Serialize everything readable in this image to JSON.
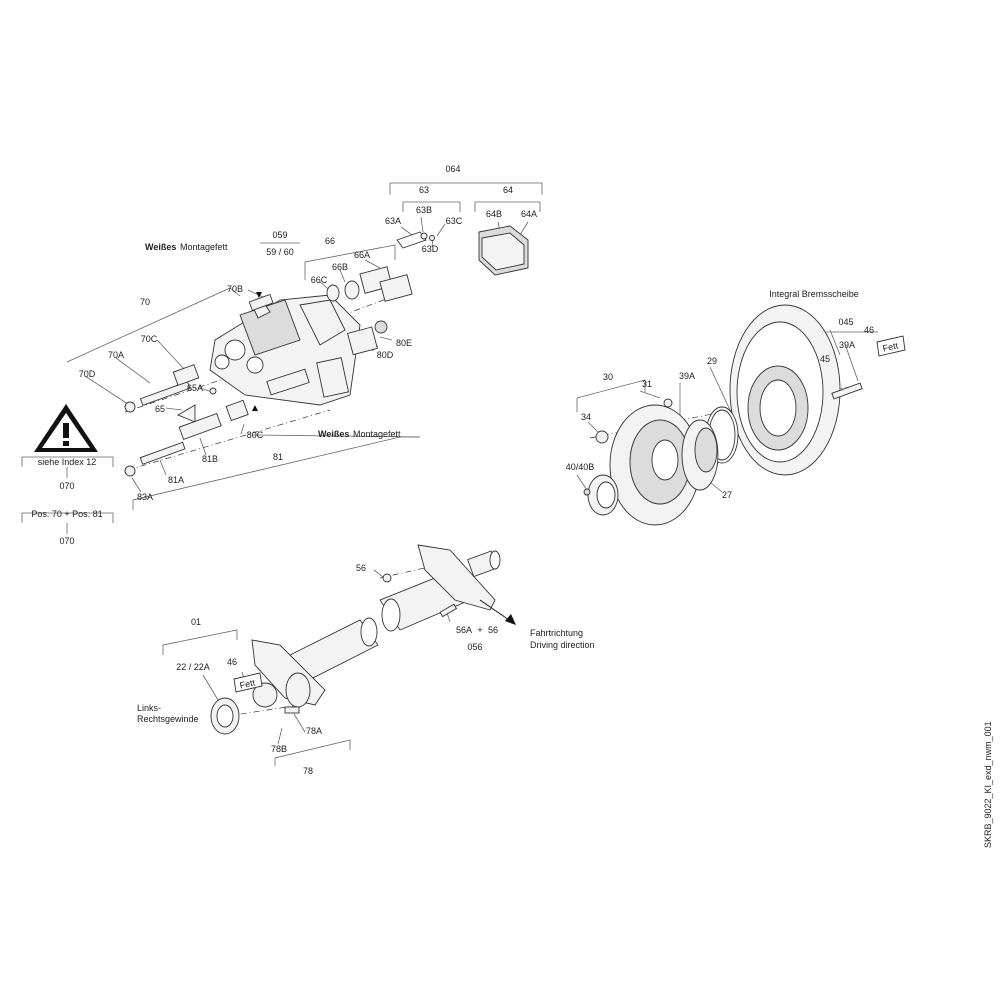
{
  "warning": {
    "icon": "warning-triangle-icon",
    "note": "siehe Index 12",
    "note_id": "070",
    "pos_text": "Pos. 70 + Pos. 81",
    "pos_id": "070"
  },
  "notes": {
    "montagefett_bold": "Weißes",
    "montagefett_rest": "Montagefett",
    "integral": "Integral Bremsscheibe",
    "fett": "Fett",
    "links_1": "Links-",
    "links_2": "Rechtsgewinde",
    "fahrt_de": "Fahrtrichtung",
    "fahrt_en": "Driving direction",
    "plus": "+"
  },
  "labels": {
    "l064": "064",
    "l63": "63",
    "l64": "64",
    "l63A": "63A",
    "l63B": "63B",
    "l63C": "63C",
    "l63D": "63D",
    "l64A": "64A",
    "l64B": "64B",
    "l059": "059",
    "l59_60": "59 / 60",
    "l66": "66",
    "l66A": "66A",
    "l66B": "66B",
    "l66C": "66C",
    "l70": "70",
    "l70B": "70B",
    "l70C": "70C",
    "l70A": "70A",
    "l70D": "70D",
    "l65": "65",
    "l65A": "65A",
    "l80E": "80E",
    "l80D": "80D",
    "l80C": "80C",
    "l81B": "81B",
    "l81A": "81A",
    "l81": "81",
    "l83A": "83A",
    "l045": "045",
    "l46a": "46",
    "l39A_a": "39A",
    "l45": "45",
    "l29": "29",
    "l30": "30",
    "l31": "31",
    "l39A_b": "39A",
    "l34": "34",
    "l40_40B": "40/40B",
    "l27": "27",
    "l56": "56",
    "l56A": "56A",
    "l56b": "56",
    "l056": "056",
    "l01": "01",
    "l22_22A": "22 / 22A",
    "l46b": "46",
    "l78A": "78A",
    "l78B": "78B",
    "l78": "78"
  },
  "side_ref": "SKRB_9022_KI_exd_nwm_001"
}
